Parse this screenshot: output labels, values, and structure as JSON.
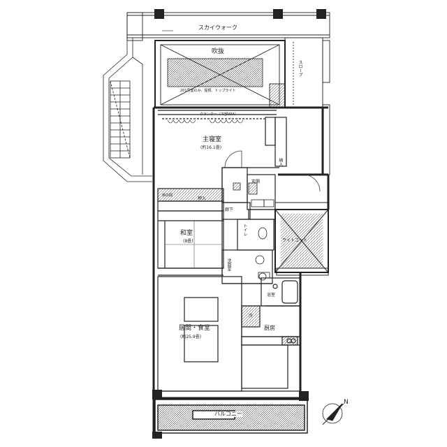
{
  "rooms": {
    "skywalk": "スカイウォーク",
    "fukinuke": "吹抜",
    "fukinuke_note": "201号室のみ、屋根、トップライト",
    "slope": "スロープ",
    "master_bedroom": "主寝室",
    "master_bedroom_size": "(約16.1畳)",
    "closet_strip_label": "クランター（下部WIA）",
    "genkan": "玄関",
    "rouka": "廊下",
    "toilet": "トイレ",
    "light_court": "ライトコート",
    "washitsu": "和室",
    "washitsu_size": "(8畳)",
    "oshiire": "押入",
    "tokonoma": "床の間",
    "senmenjo": "洗面室",
    "yokushitsu": "浴室",
    "living_dining": "居間・食堂",
    "living_dining_size": "(約25.9畳)",
    "kitchen": "厨房",
    "rei": "冷",
    "balcony": "バルコニー",
    "nyu": "納入"
  },
  "compass": {
    "direction": "N"
  },
  "colors": {
    "line": "#222222",
    "hatch": "#555555",
    "background": "#ffffff"
  }
}
